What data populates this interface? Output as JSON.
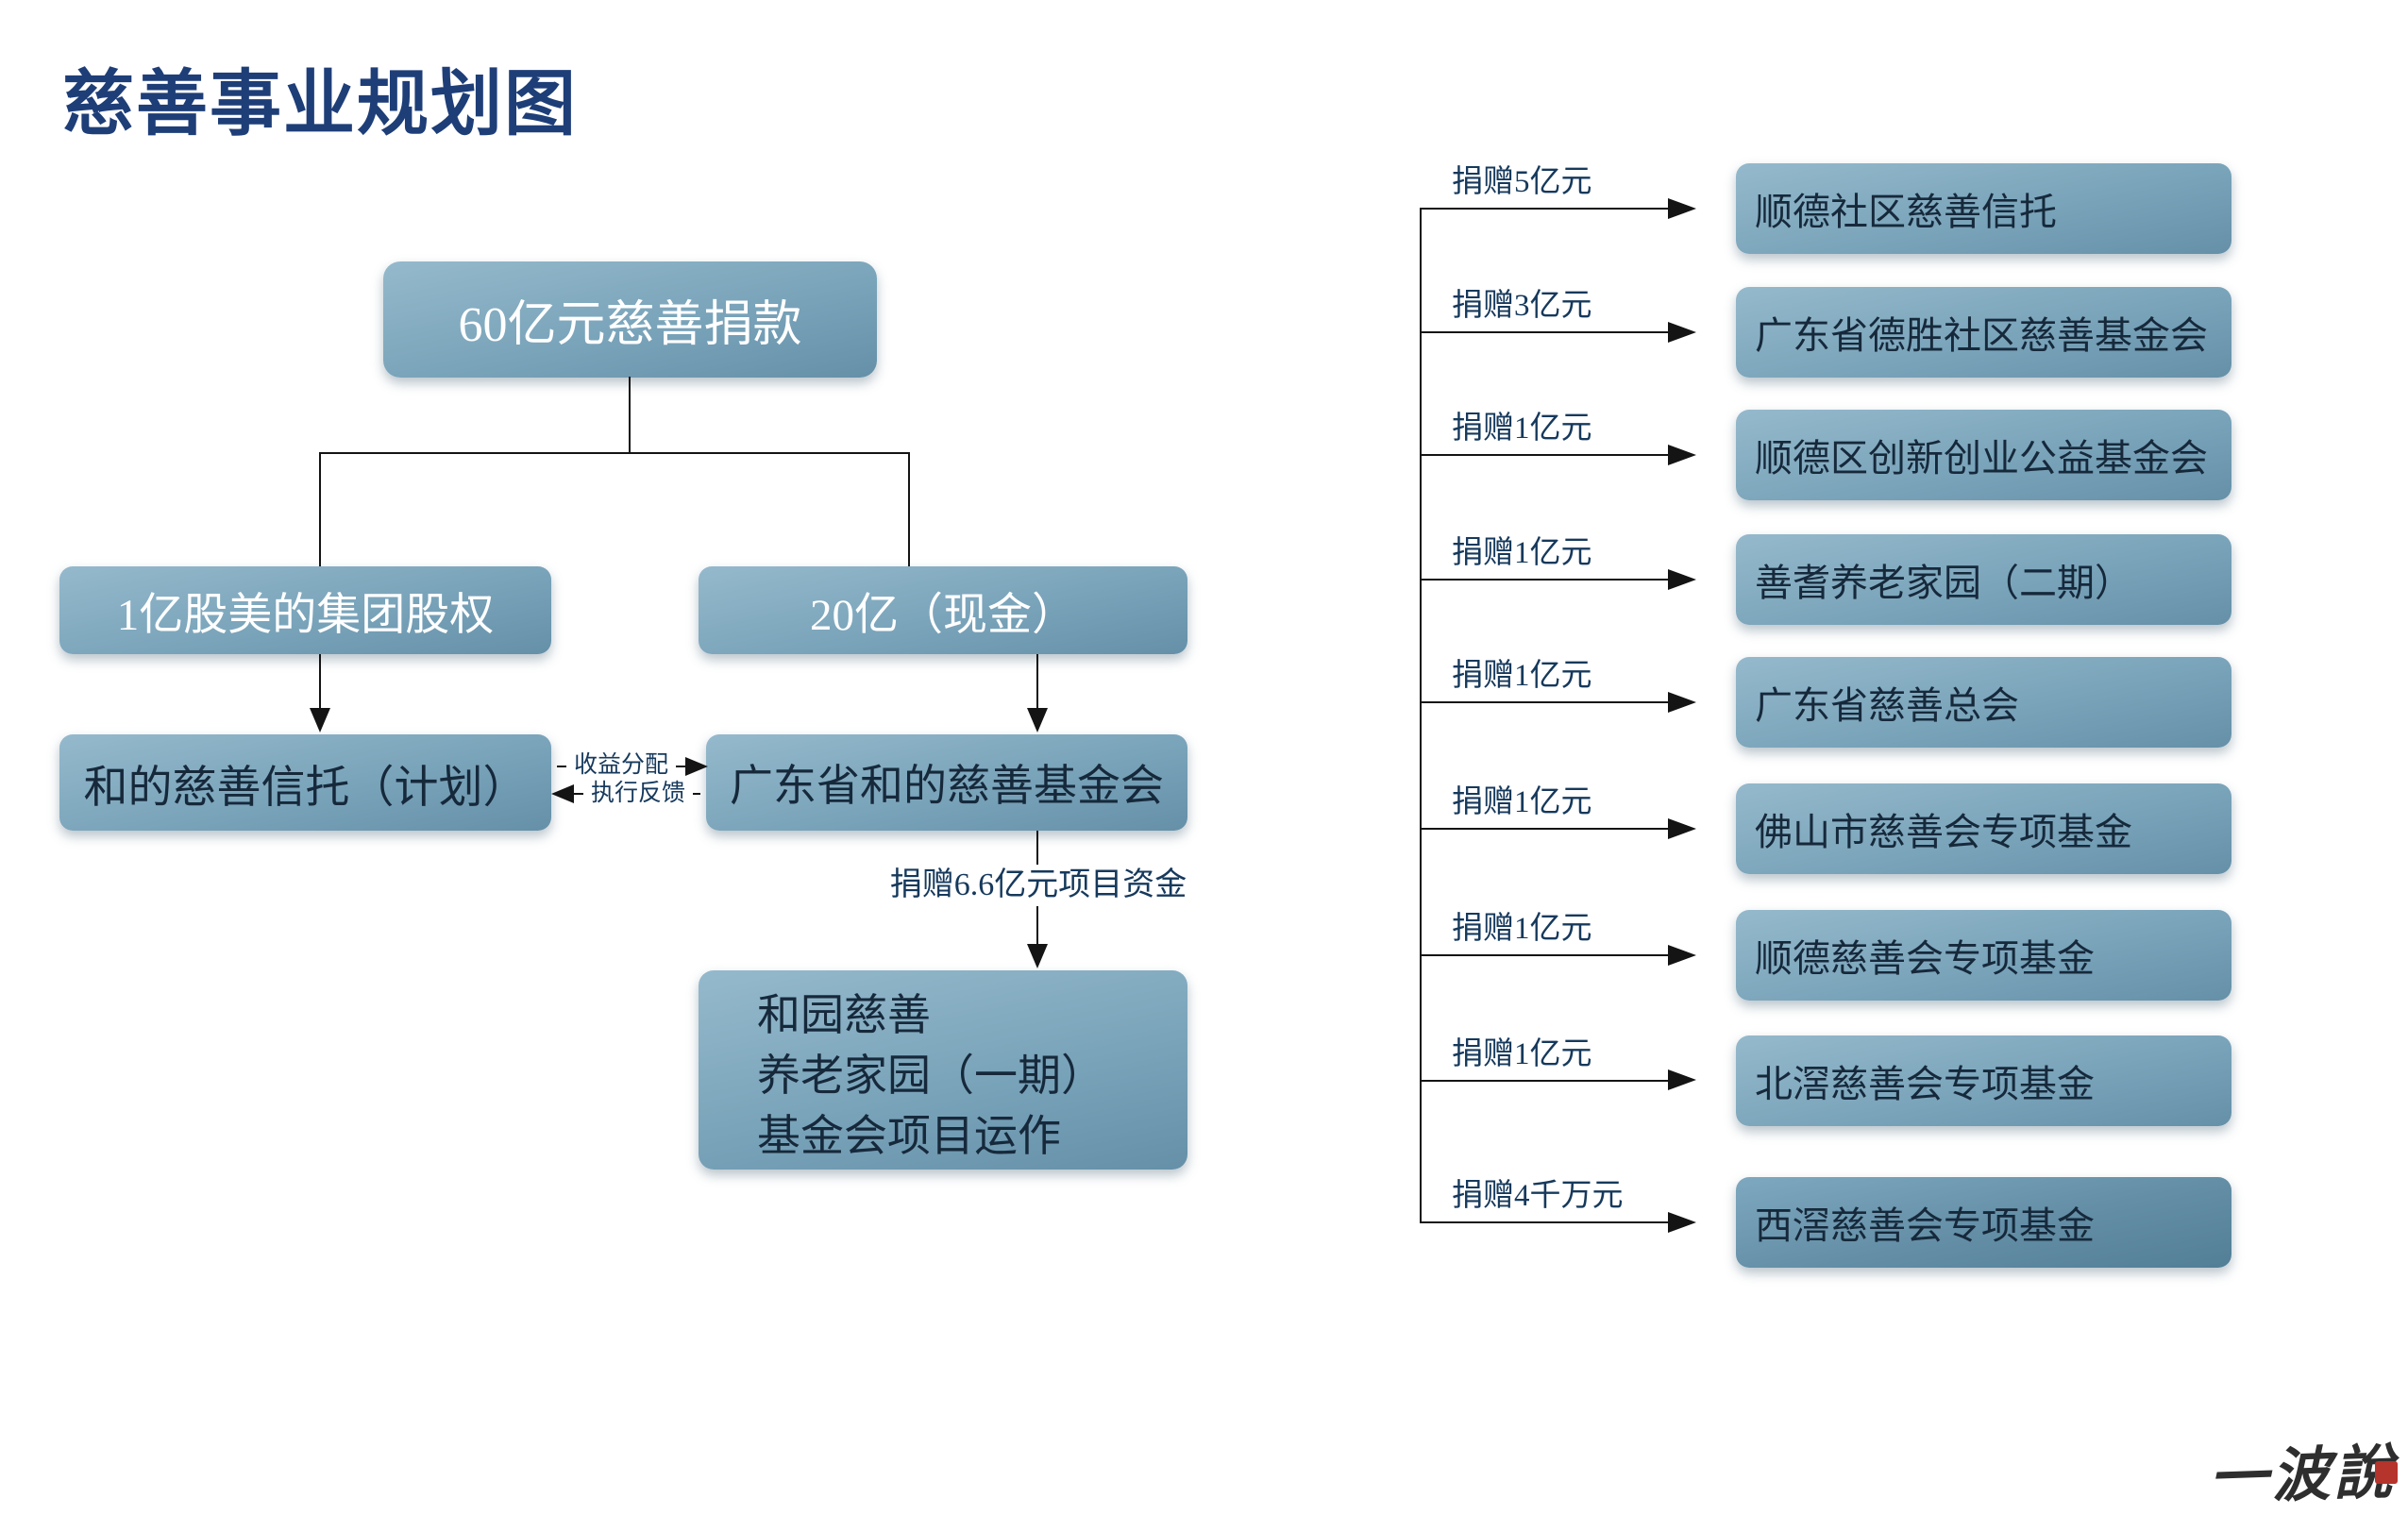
{
  "title": "慈善事业规划图",
  "colors": {
    "title": "#1e3e78",
    "box_gradient_top": "#95b9cc",
    "box_gradient_bottom": "#6590a8",
    "box_dark_gradient_top": "#7ea8bf",
    "box_dark_gradient_bottom": "#527e96",
    "box_text_dark": "#16293b",
    "box_text_light": "#ffffff",
    "connector": "#141414",
    "label_text": "#16395c",
    "seal_red": "#b5342c",
    "watermark": "#2e2e2e"
  },
  "left_chart": {
    "root": "60亿元慈善捐款",
    "branch_equity": "1亿股美的集团股权",
    "branch_cash": "20亿（现金）",
    "trust": "和的慈善信托（计划）",
    "foundation": "广东省和的慈善基金会",
    "link_labels": {
      "to_foundation": "收益分配",
      "to_trust": "执行反馈"
    },
    "donation_label": "捐赠6.6亿元项目资金",
    "project_lines": [
      "和园慈善",
      "养老家园（一期）",
      "基金会项目运作"
    ]
  },
  "right_chart": {
    "items": [
      {
        "amount": "捐赠5亿元",
        "name": "顺德社区慈善信托"
      },
      {
        "amount": "捐赠3亿元",
        "name": "广东省德胜社区慈善基金会"
      },
      {
        "amount": "捐赠1亿元",
        "name": "顺德区创新创业公益基金会"
      },
      {
        "amount": "捐赠1亿元",
        "name": "善耆养老家园（二期）"
      },
      {
        "amount": "捐赠1亿元",
        "name": "广东省慈善总会"
      },
      {
        "amount": "捐赠1亿元",
        "name": "佛山市慈善会专项基金"
      },
      {
        "amount": "捐赠1亿元",
        "name": "顺德慈善会专项基金"
      },
      {
        "amount": "捐赠1亿元",
        "name": "北滘慈善会专项基金"
      },
      {
        "amount": "捐赠4千万元",
        "name": "西滘慈善会专项基金"
      }
    ]
  },
  "watermark": "一波說"
}
